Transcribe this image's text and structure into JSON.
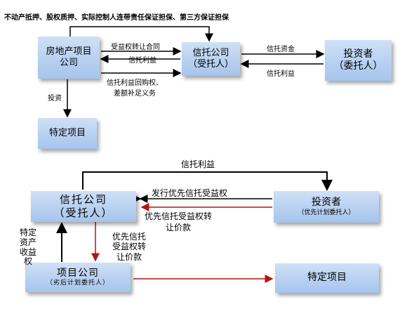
{
  "top": {
    "header": "不动产抵押、股权质押、实际控制人连带责任保证担保、第三方保证担保",
    "boxes": {
      "developer": [
        "房地产项目",
        "公司"
      ],
      "trust": [
        "信托公司",
        "（受托人）"
      ],
      "investor": [
        "投资者",
        "（委托人）"
      ],
      "specific": "特定项目"
    },
    "labels": {
      "transfer": "受益权转让合同",
      "trust_benefit_to_trust": "信托利益",
      "buyback": [
        "信托利益回购权、",
        "差额补足义务"
      ],
      "trust_funds": "信托资金",
      "trust_benefit_to_investor": "信托利益",
      "invest": "投资"
    }
  },
  "bottom": {
    "boxes": {
      "trust": [
        "信托公司",
        "（受托人）"
      ],
      "investor": "投资者",
      "investor_sub": "（优先计划委托人）",
      "project": "项目公司",
      "project_sub": "（劣后计划委托人）",
      "specific": "特定项目"
    },
    "labels": {
      "benefit": "信托利益",
      "issue": "发行优先信托受益权",
      "pay_price": [
        "优先信托受益权转",
        "让价款"
      ],
      "asset_income": [
        "特定",
        "资产",
        "收益",
        "权"
      ],
      "transfer_price": [
        "优先信托",
        "受益权转",
        "让价款"
      ]
    }
  }
}
